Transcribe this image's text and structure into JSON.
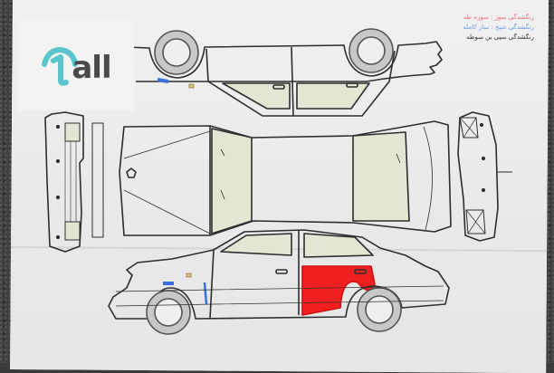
{
  "scene": {
    "description": "Photo of a car body inspection sheet lying on a carpet",
    "background_color": "#404042",
    "paper_color": "#ececec"
  },
  "logo": {
    "text": "all",
    "mark_color": "#5bc4cc",
    "text_color": "#4a4a4a",
    "icon": "1-arc-logo-icon"
  },
  "legend": {
    "items": [
      {
        "text": "رنگشدگی سوز : سوزه طه",
        "color": "#e8707a"
      },
      {
        "text": "رنگشدگی شیخ : ساز کامله",
        "color": "#6a9ee0"
      },
      {
        "text": "رنگشدگی سپی ین سوطه",
        "color": "#333333"
      }
    ]
  },
  "diagram": {
    "views": [
      "top-side-inverted",
      "top-plan",
      "front-bumper",
      "rear-bumper",
      "left-side"
    ],
    "marks": [
      {
        "view": "left-side",
        "panel": "rear-door",
        "color": "#f02020",
        "type": "fill"
      },
      {
        "view": "left-side",
        "panel": "front-fender",
        "color": "#3a6fe0",
        "type": "stroke"
      },
      {
        "view": "top-side-inverted",
        "panel": "front-fender",
        "color": "#3a6fe0",
        "type": "stroke"
      }
    ],
    "line_color": "#2e2e2e",
    "glass_color": "#e4e6d4",
    "tire_color": "#c8c8c8"
  }
}
